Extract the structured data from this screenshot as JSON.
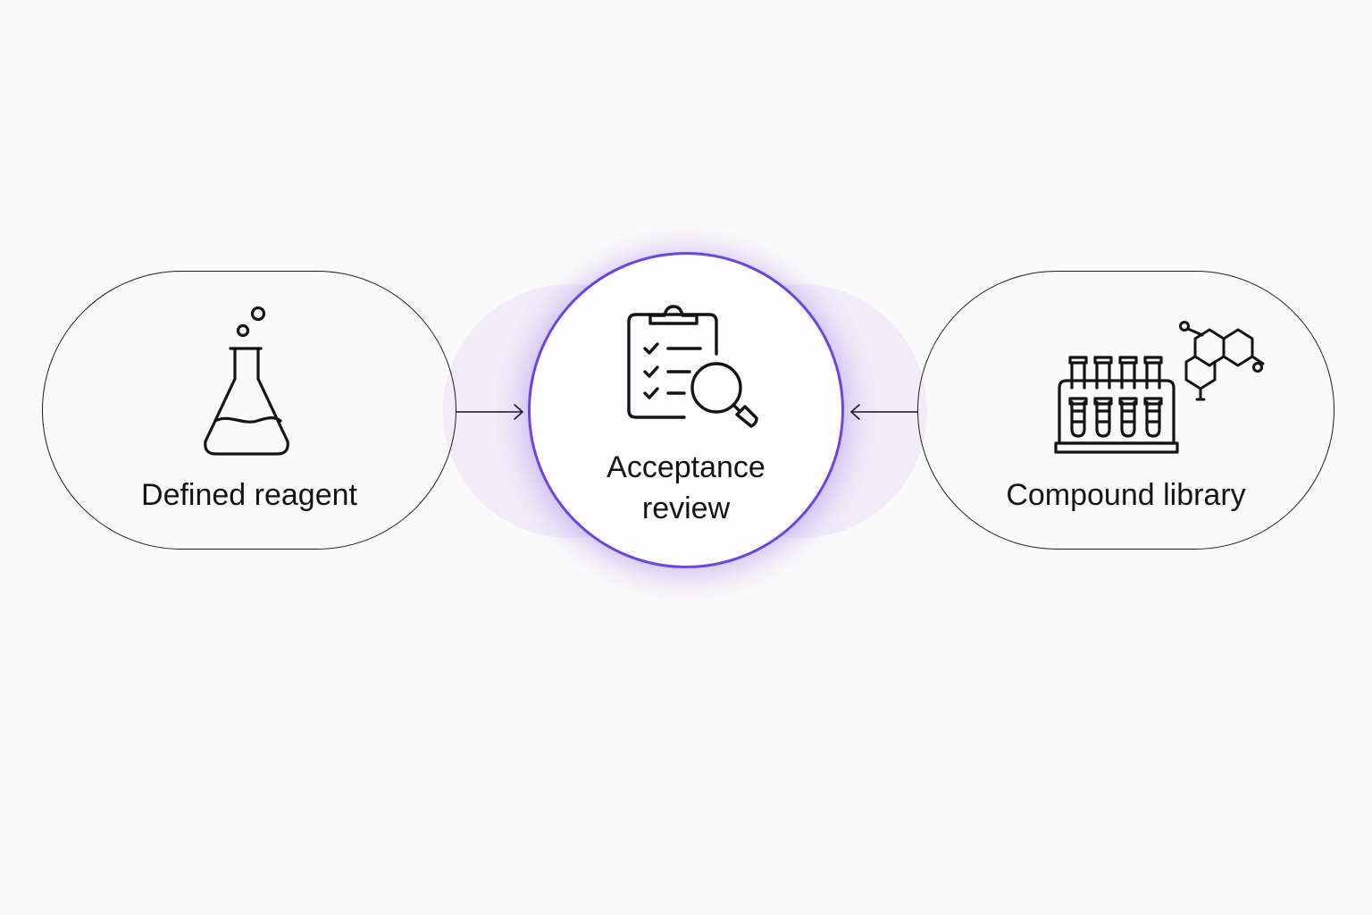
{
  "nodes": {
    "left": {
      "label": "Defined reagent",
      "icon": "flask-icon"
    },
    "center": {
      "line1": "Acceptance",
      "line2": "review",
      "icon": "clipboard-search-icon"
    },
    "right": {
      "label": "Compound library",
      "icons": [
        "test-tube-rack-icon",
        "molecule-icon"
      ]
    }
  },
  "edges": [
    {
      "from": "Defined reagent",
      "to": "Acceptance review"
    },
    {
      "from": "Compound library",
      "to": "Acceptance review"
    }
  ],
  "colors": {
    "accent": "#6b45e0",
    "halo": "#e9e2fb",
    "stroke": "#1c1c1c",
    "background": "#fbfafa"
  }
}
